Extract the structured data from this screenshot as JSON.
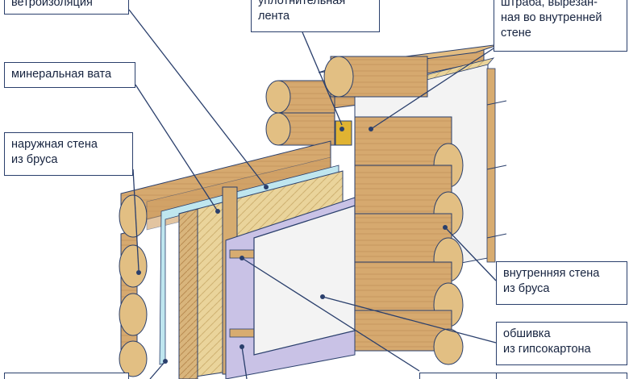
{
  "colors": {
    "outline": "#2a3f6c",
    "leader": "#2a3f6c",
    "log_body": "#d9b07a",
    "log_end": "#e2bf83",
    "wool": "#e9d39a",
    "vapor_film": "#c9c2e6",
    "drywall": "#f2f2f2",
    "wind_film": "#bfe6ef"
  },
  "callouts": {
    "wind_barrier": "ветроизоляция",
    "sealing_tape": "уплотнительная\nлента",
    "groove": "штраба, вырезан-\nная во внутренней\nстене",
    "mineral_wool": "минеральная вата",
    "outer_wall": "наружная стена\nиз бруса",
    "inner_wall": "внутренняя стена\nиз бруса",
    "drywall": "обшивка\nиз гипсокартона"
  }
}
